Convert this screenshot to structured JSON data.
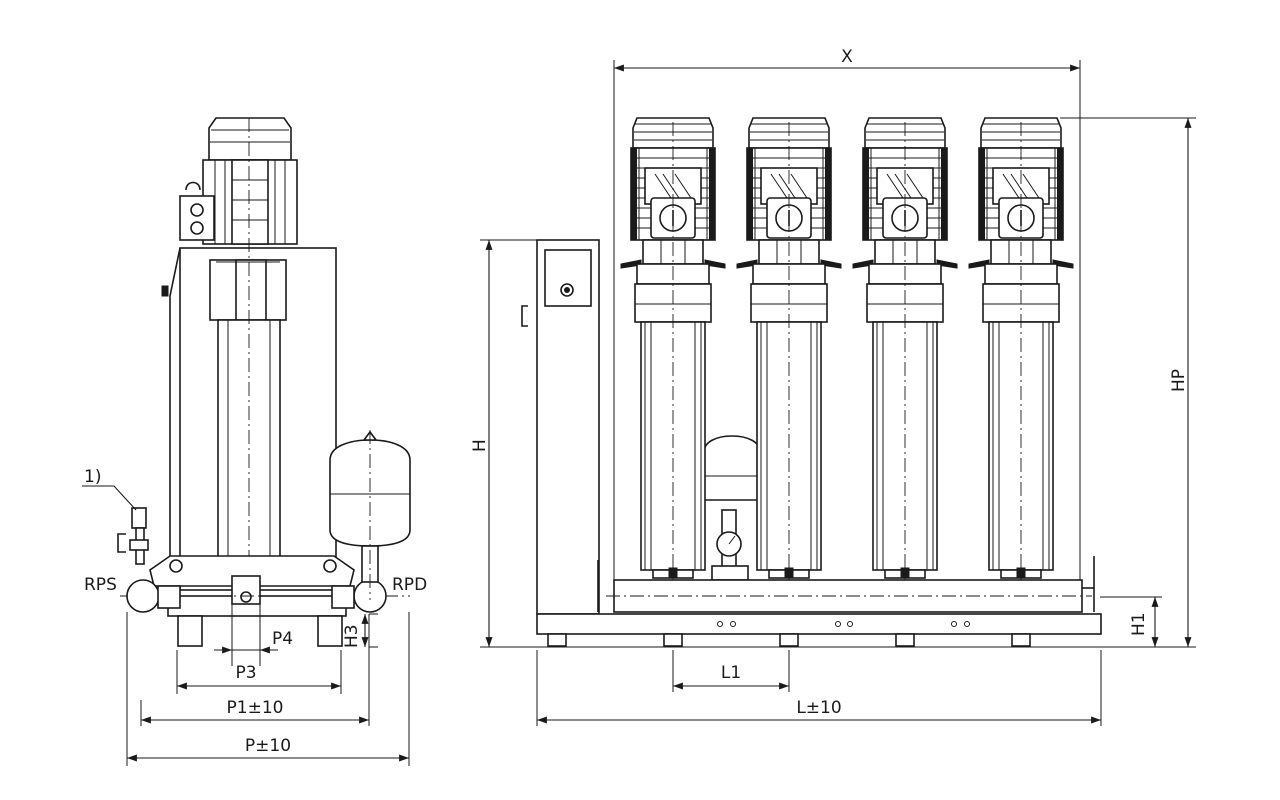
{
  "labels": {
    "footnote": "1)",
    "suction_connection": "RPS",
    "discharge_connection": "RPD",
    "height_h3": "H3",
    "dim_p4": "P4",
    "dim_p3": "P3",
    "dim_p1": "P1±10",
    "dim_p": "P±10",
    "dim_x": "X",
    "dim_h": "H",
    "dim_hp": "HP",
    "dim_h1": "H1",
    "dim_l1": "L1",
    "dim_l": "L±10"
  },
  "pump_count": 4,
  "colors": {
    "line": "#1a1a1a",
    "background": "#ffffff"
  }
}
